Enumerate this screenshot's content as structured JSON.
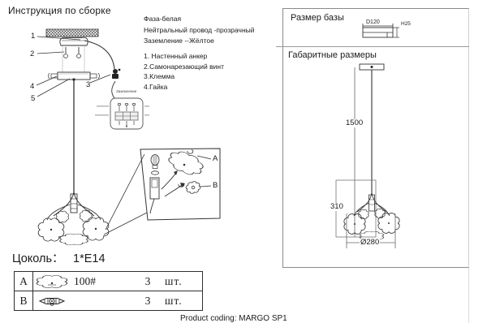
{
  "page": {
    "title": "Инструкция по сборке",
    "product_coding": "Product coding: MARGO SP1"
  },
  "colors": {
    "ink": "#1a1a1a",
    "line": "#444444",
    "faint": "#cccccc"
  },
  "wiring": {
    "phase": "Фаза-белая",
    "neutral": "Нейтральный провод -прозрачный",
    "ground": "Заземление --Жёлтое"
  },
  "parts_list": [
    "1. Настенный анкер",
    "2.Самонарезающий винт",
    "3.Клемма",
    "4.Гайка"
  ],
  "callouts": {
    "c1": "1",
    "c2": "2",
    "c3": "3",
    "c4": "4",
    "c5": "5",
    "a": "A",
    "b": "B"
  },
  "ground_detail_label": "Заземление",
  "base_size": {
    "heading": "Размер базы",
    "diameter": "D120",
    "height": "H25"
  },
  "overall_size": {
    "heading": "Габаритные размеры",
    "drop": "1500",
    "body_height": "310",
    "diameter": "Ø280"
  },
  "socket": {
    "label": "Цоколь：",
    "value": "1*E14"
  },
  "table": {
    "rows": [
      {
        "letter": "A",
        "icon": "flower-shade-icon",
        "spec": "100#",
        "qty": "3",
        "unit": "шт."
      },
      {
        "letter": "B",
        "icon": "ornament-bead-icon",
        "spec": "",
        "qty": "3",
        "unit": "шт."
      }
    ]
  }
}
